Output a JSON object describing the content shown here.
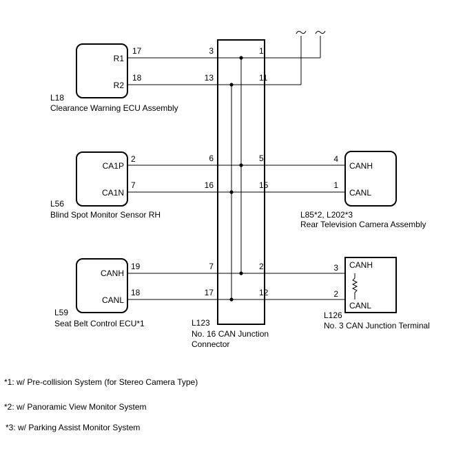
{
  "components": {
    "l18": {
      "code": "L18",
      "name": "Clearance Warning ECU Assembly",
      "pin_a": "R1",
      "pin_b": "R2",
      "pin_a_no": "17",
      "pin_b_no": "18"
    },
    "l56": {
      "code": "L56",
      "name": "Blind Spot Monitor Sensor RH",
      "pin_a": "CA1P",
      "pin_b": "CA1N",
      "pin_a_no": "2",
      "pin_b_no": "7"
    },
    "l59": {
      "code": "L59",
      "name": "Seat Belt Control ECU*1",
      "pin_a": "CANH",
      "pin_b": "CANL",
      "pin_a_no": "19",
      "pin_b_no": "18"
    },
    "l85": {
      "code": "L85*2, L202*3",
      "name": "Rear Television Camera Assembly",
      "pin_a": "CANH",
      "pin_b": "CANL",
      "pin_a_no": "4",
      "pin_b_no": "1"
    },
    "l126": {
      "code": "L126",
      "name": "No. 3 CAN Junction Terminal",
      "pin_a": "CANH",
      "pin_b": "CANL",
      "pin_a_no": "3",
      "pin_b_no": "2"
    }
  },
  "junction": {
    "code": "L123",
    "name_line1": "No. 16 CAN Junction",
    "name_line2": "Connector",
    "left_pins": [
      "3",
      "13",
      "6",
      "16",
      "7",
      "17"
    ],
    "right_pins": [
      "1",
      "11",
      "5",
      "15",
      "2",
      "12"
    ]
  },
  "notes": [
    "*1: w/ Pre-collision System (for Stereo Camera Type)",
    "*2: w/ Panoramic View Monitor System",
    "*3: w/ Parking Assist Monitor System"
  ],
  "colors": {
    "line": "#000000",
    "background": "#ffffff"
  }
}
